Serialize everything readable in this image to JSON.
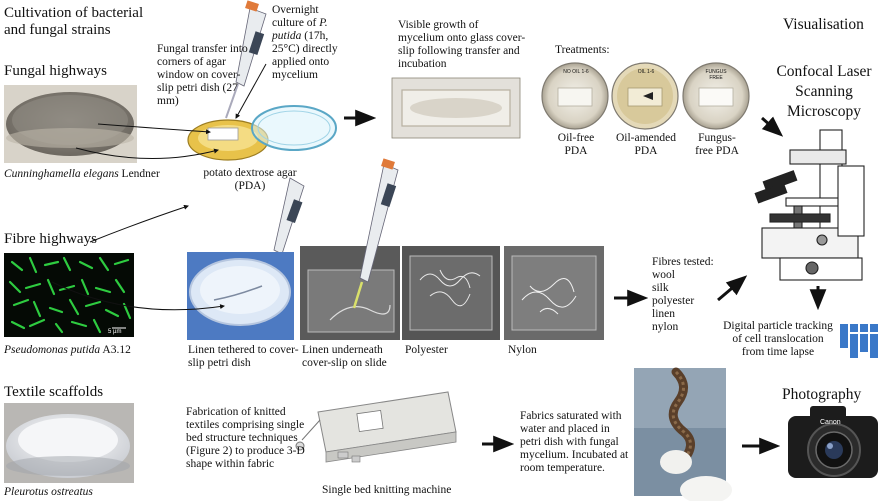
{
  "headings": {
    "cultivation": "Cultivation of bacterial and fungal strains",
    "fungal_highways": "Fungal highways",
    "fibre_highways": "Fibre highways",
    "textile_scaffolds": "Textile scaffolds",
    "visualisation": "Visualisation",
    "confocal": "Confocal Laser Scanning Microscopy",
    "photography": "Photography"
  },
  "captions": {
    "cunninghamella_species": "Cunninghamella elegans",
    "cunninghamella_author": "Lendner",
    "pseudomonas_species": "Pseudomonas putida",
    "pseudomonas_strain": "A3.12",
    "scale_bar": "5 µm",
    "pleurotus": "Pleurotus ostreatus",
    "fungal_transfer": "Fungal transfer into corners of agar window on cover-slip petri dish (27 mm)",
    "overnight_prefix": "Overnight culture of",
    "overnight_species": "P. putida",
    "overnight_suffix": "(17h, 25°C) directly applied onto mycelium",
    "pda": "potato dextrose agar (PDA)",
    "visible_growth": "Visible growth of mycelium onto glass cover-slip following transfer and incubation",
    "treatments": "Treatments:",
    "dish_label_1": "NO OIL 1-6",
    "dish_label_2": "OIL 1-6",
    "dish_label_3": "FUNGUS FREE",
    "oil_free": "Oil-free PDA",
    "oil_amended": "Oil-amended PDA",
    "fungus_free": "Fungus-free PDA",
    "linen_tethered": "Linen tethered to cover-slip petri dish",
    "linen_underneath": "Linen underneath cover-slip on slide",
    "polyester": "Polyester",
    "nylon": "Nylon",
    "fibres_tested_title": "Fibres tested:",
    "fibres": [
      "wool",
      "silk",
      "polyester",
      "linen",
      "nylon"
    ],
    "digital_tracking": "Digital particle tracking of cell translocation from time lapse",
    "fabrication": "Fabrication of knitted textiles comprising single bed structure techniques (Figure 2) to produce 3-D shape within fabric",
    "knitting_machine": "Single bed knitting machine",
    "fabrics_saturated": "Fabrics saturated with water and placed in petri dish with fungal mycelium. Incubated at room temperature.",
    "camera_brand": "Canon"
  },
  "colors": {
    "agar_yellow": "#e8c24a",
    "fluorescence_green": "#2ecc40",
    "fiji_blue": "#3a78c8",
    "arrow": "#111111"
  }
}
